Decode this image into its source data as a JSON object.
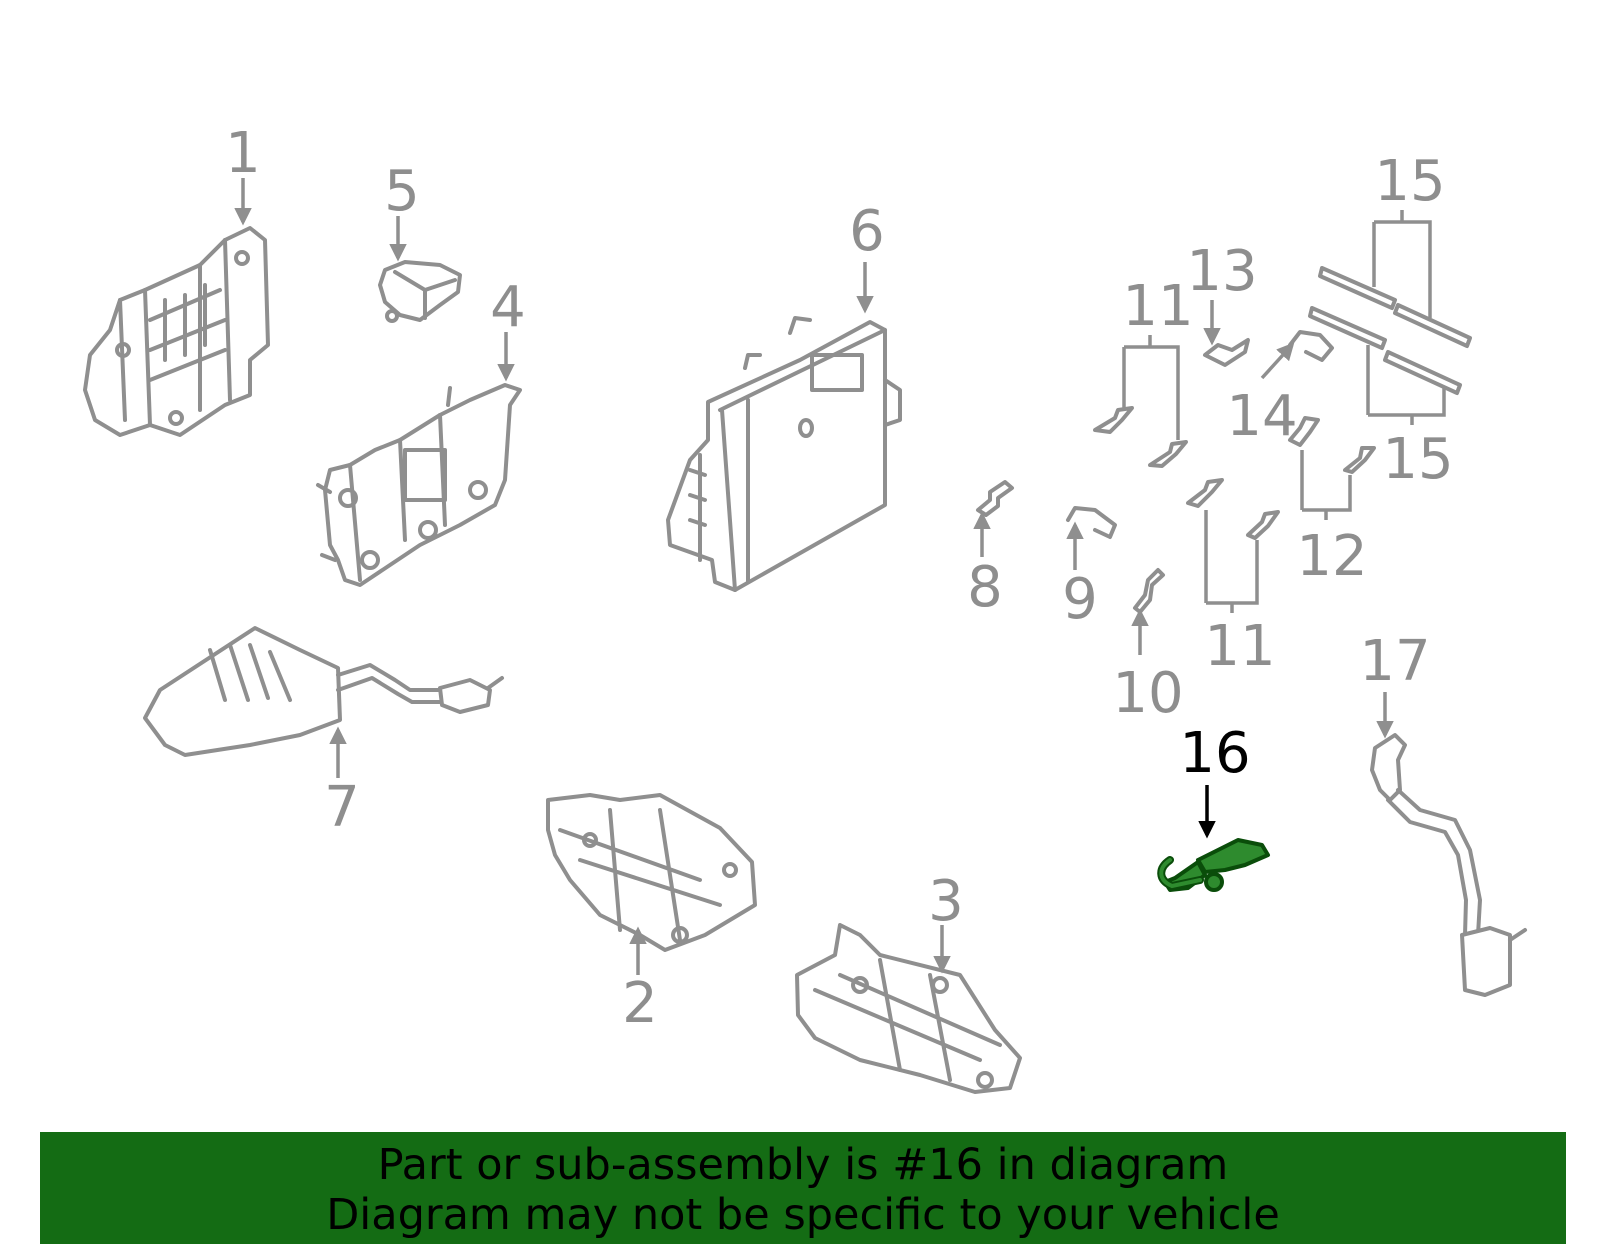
{
  "callouts": {
    "c1": "1",
    "c2": "2",
    "c3": "3",
    "c4": "4",
    "c5": "5",
    "c6": "6",
    "c7": "7",
    "c8": "8",
    "c9": "9",
    "c10": "10",
    "c11a": "11",
    "c11b": "11",
    "c12": "12",
    "c13": "13",
    "c14": "14",
    "c15a": "15",
    "c15b": "15",
    "c16": "16",
    "c17": "17"
  },
  "highlighted_callout": "16",
  "colors": {
    "part_stroke": "#8f8f8f",
    "highlight_part": "#2e8b2e",
    "banner_bg": "#146c14",
    "highlight_text": "#000000"
  },
  "banner": {
    "line1": "Part or sub-assembly is #16 in diagram",
    "line2": "Diagram may not be specific to your vehicle"
  }
}
